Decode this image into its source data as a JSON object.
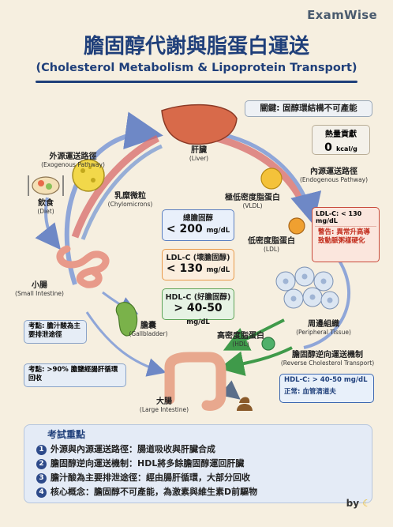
{
  "brand": "ExamWise",
  "title": "膽固醇代謝與脂蛋白運送",
  "subtitle": "(Cholesterol Metabolism & Lipoprotein Transport)",
  "key_note": "關鍵: 固醇環結構不可產能",
  "energy": {
    "label": "熱量貢獻",
    "value": "0",
    "unit": "kcal/g"
  },
  "organs": {
    "liver": {
      "zh": "肝臟",
      "en": "(Liver)"
    },
    "diet": {
      "zh": "飲食",
      "en": "(Diet)"
    },
    "small_intestine": {
      "zh": "小腸",
      "en": "(Small Intestine)"
    },
    "gallbladder": {
      "zh": "膽囊",
      "en": "(Gallbladder)"
    },
    "large_intestine": {
      "zh": "大腸",
      "en": "(Large Intestine)"
    },
    "peripheral": {
      "zh": "周邊組織",
      "en": "(Peripheral Tissue)"
    }
  },
  "pathways": {
    "exogenous": {
      "zh": "外源運送路徑",
      "en": "(Exogenous Pathway)"
    },
    "endogenous": {
      "zh": "內源運送路徑",
      "en": "(Endogenous Pathway)"
    },
    "reverse": {
      "zh": "膽固醇逆向運送機制",
      "en": "(Reverse Cholesterol Transport)"
    }
  },
  "lipoproteins": {
    "chylomicrons": {
      "zh": "乳糜微粒",
      "en": "(Chylomicrons)"
    },
    "vldl": {
      "zh": "極低密度脂蛋白",
      "en": "(VLDL)"
    },
    "ldl": {
      "zh": "低密度脂蛋白",
      "en": "(LDL)"
    },
    "hdl": {
      "zh": "高密度脂蛋白",
      "en": "(HDL)"
    }
  },
  "values": {
    "total": {
      "label": "總膽固醇",
      "value": "< 200",
      "unit": "mg/dL"
    },
    "ldl": {
      "label": "LDL-C (壞膽固醇)",
      "value": "< 130",
      "unit": "mg/dL"
    },
    "hdl": {
      "label": "HDL-C (好膽固醇)",
      "value": "> 40-50",
      "unit": "mg/dL"
    }
  },
  "ldl_warning": {
    "limit": "LDL-C: < 130 mg/dL",
    "warning": "警告: 異常升高導致動脈粥樣硬化"
  },
  "hdl_normal": {
    "limit": "HDL-C: > 40-50 mg/dL",
    "meaning": "正常: 血管清道夫"
  },
  "exam_notes": {
    "bile": "考點: 膽汁酸為主要排泄途徑",
    "enterohepatic": "考點: >90% 膽鹽經腸肝循環回收"
  },
  "summary": {
    "title": "考試重點",
    "points": [
      {
        "num": "1",
        "text": "外源與內源運送路徑：腸道吸收與肝臟合成"
      },
      {
        "num": "2",
        "text": "膽固醇逆向運送機制：HDL將多餘膽固醇運回肝臟"
      },
      {
        "num": "3",
        "text": "膽汁酸為主要排泄途徑：經由腸肝循環，大部分回收"
      },
      {
        "num": "4",
        "text": "核心概念：膽固醇不可產能，為激素與維生素D前驅物"
      }
    ]
  },
  "credit": "by",
  "colors": {
    "navy": "#1f3f7a",
    "red": "#c12a1a",
    "orange": "#e89a4a",
    "green": "#3f9a4a",
    "blue": "#3d68b0"
  }
}
